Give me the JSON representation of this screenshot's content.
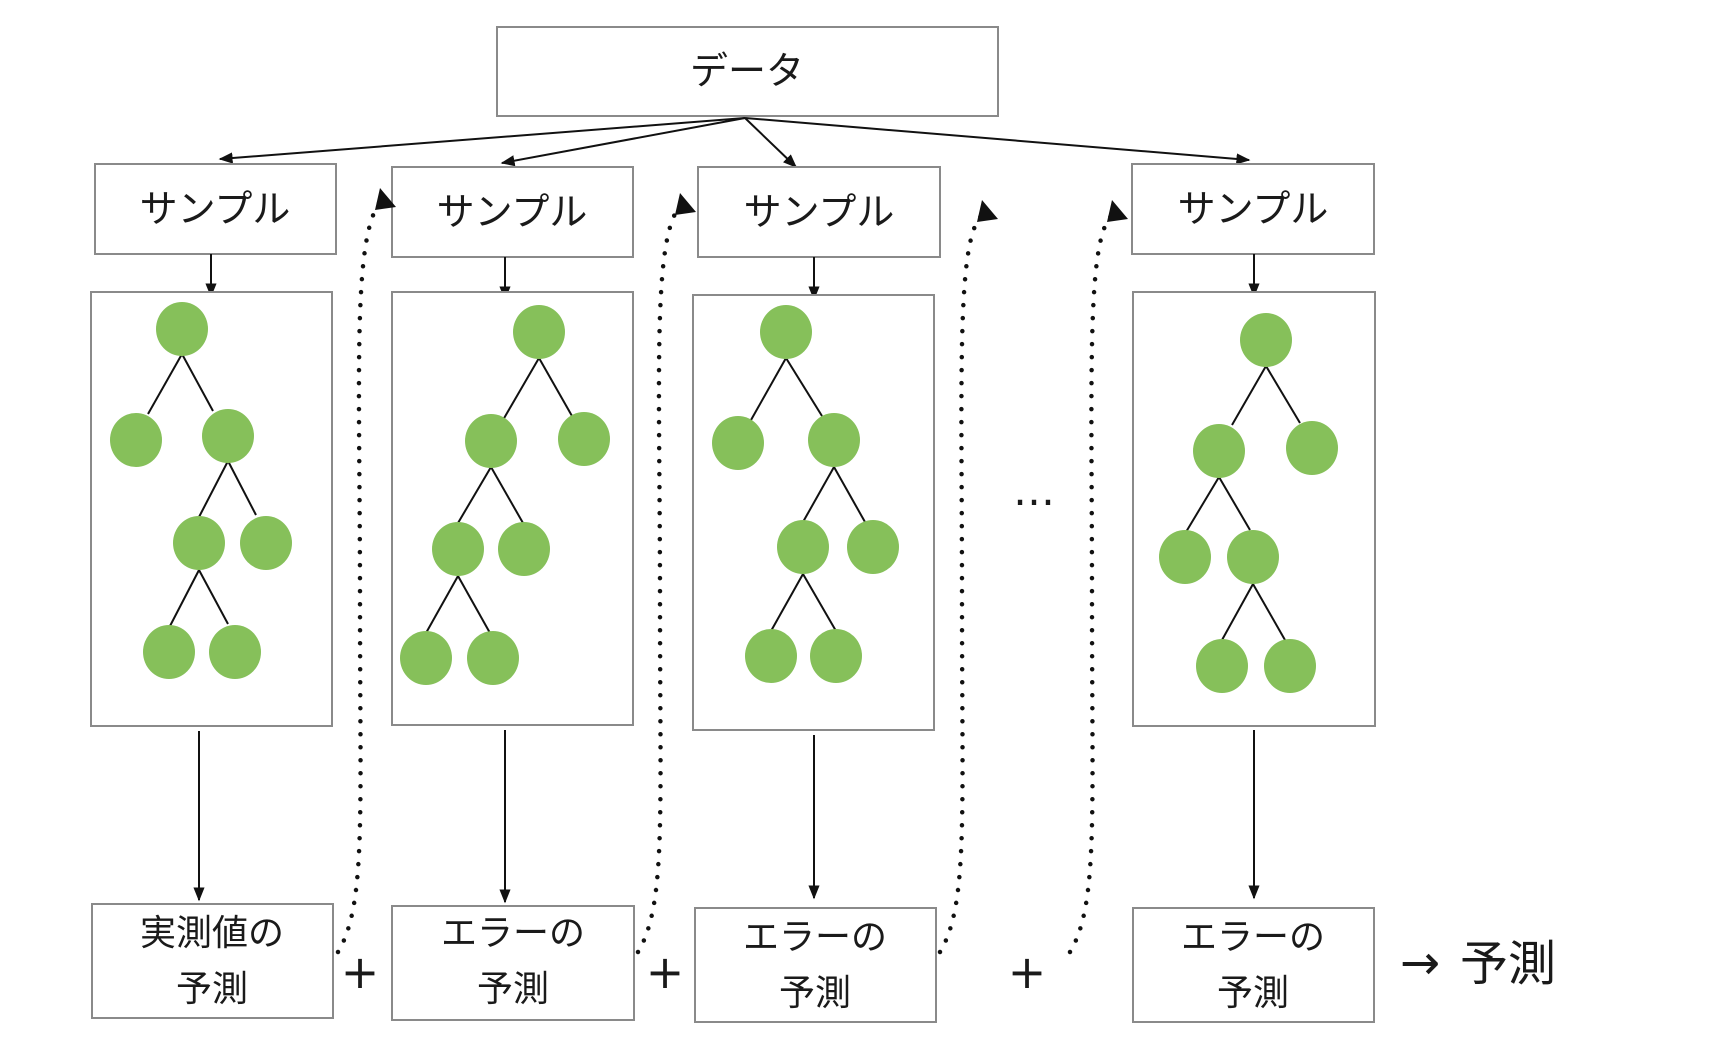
{
  "data_node": {
    "label": "データ"
  },
  "sample_label": "サンプル",
  "first_prediction": {
    "line1": "実測値の",
    "line2": "予測"
  },
  "error_prediction": {
    "line1": "エラーの",
    "line2": "予測"
  },
  "plus_sign": "+",
  "ellipsis": "…",
  "final_output": {
    "arrow": "→",
    "label": "予測"
  },
  "colors": {
    "node": "#86c05a",
    "box_border": "#8a8a8a",
    "line": "#111111"
  }
}
